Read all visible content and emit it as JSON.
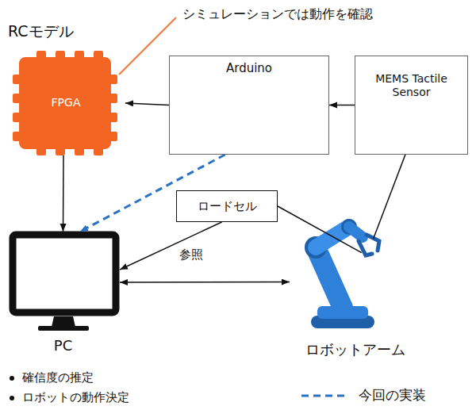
{
  "diagram": {
    "nodes": [
      {
        "text": [
          "RCモデル",
          "FPGA"
        ]
      },
      {
        "text": [
          "Arduino"
        ]
      },
      {
        "text": [
          "MEMS Tactile Sensor"
        ]
      },
      {
        "text": [
          "ロードセル"
        ]
      },
      {
        "text": [
          "PC"
        ]
      },
      {
        "text": [
          "ロボットアーム"
        ]
      }
    ],
    "edges": [
      {
        "from": 2,
        "to": 1,
        "arrow": "to"
      },
      {
        "from": 1,
        "to": 0,
        "arrow": "to"
      },
      {
        "from": 0,
        "to": 4,
        "arrow": "to"
      },
      {
        "from": 1,
        "to": 4,
        "arrow": "to"
      },
      {
        "from": 3,
        "to": 4,
        "arrow": "to",
        "label": "参照"
      },
      {
        "from": 4,
        "to": 5,
        "arrow": "both"
      },
      {
        "from": 3,
        "to": 5,
        "arrow": "none"
      },
      {
        "from": 2,
        "to": 5,
        "arrow": "none"
      }
    ],
    "labels": [
      "シミュレーションでは動作を確認",
      "確信度の推定",
      "ロボットの動作決定"
    ],
    "legend": [
      {
        "text": "今回の実装"
      }
    ]
  }
}
